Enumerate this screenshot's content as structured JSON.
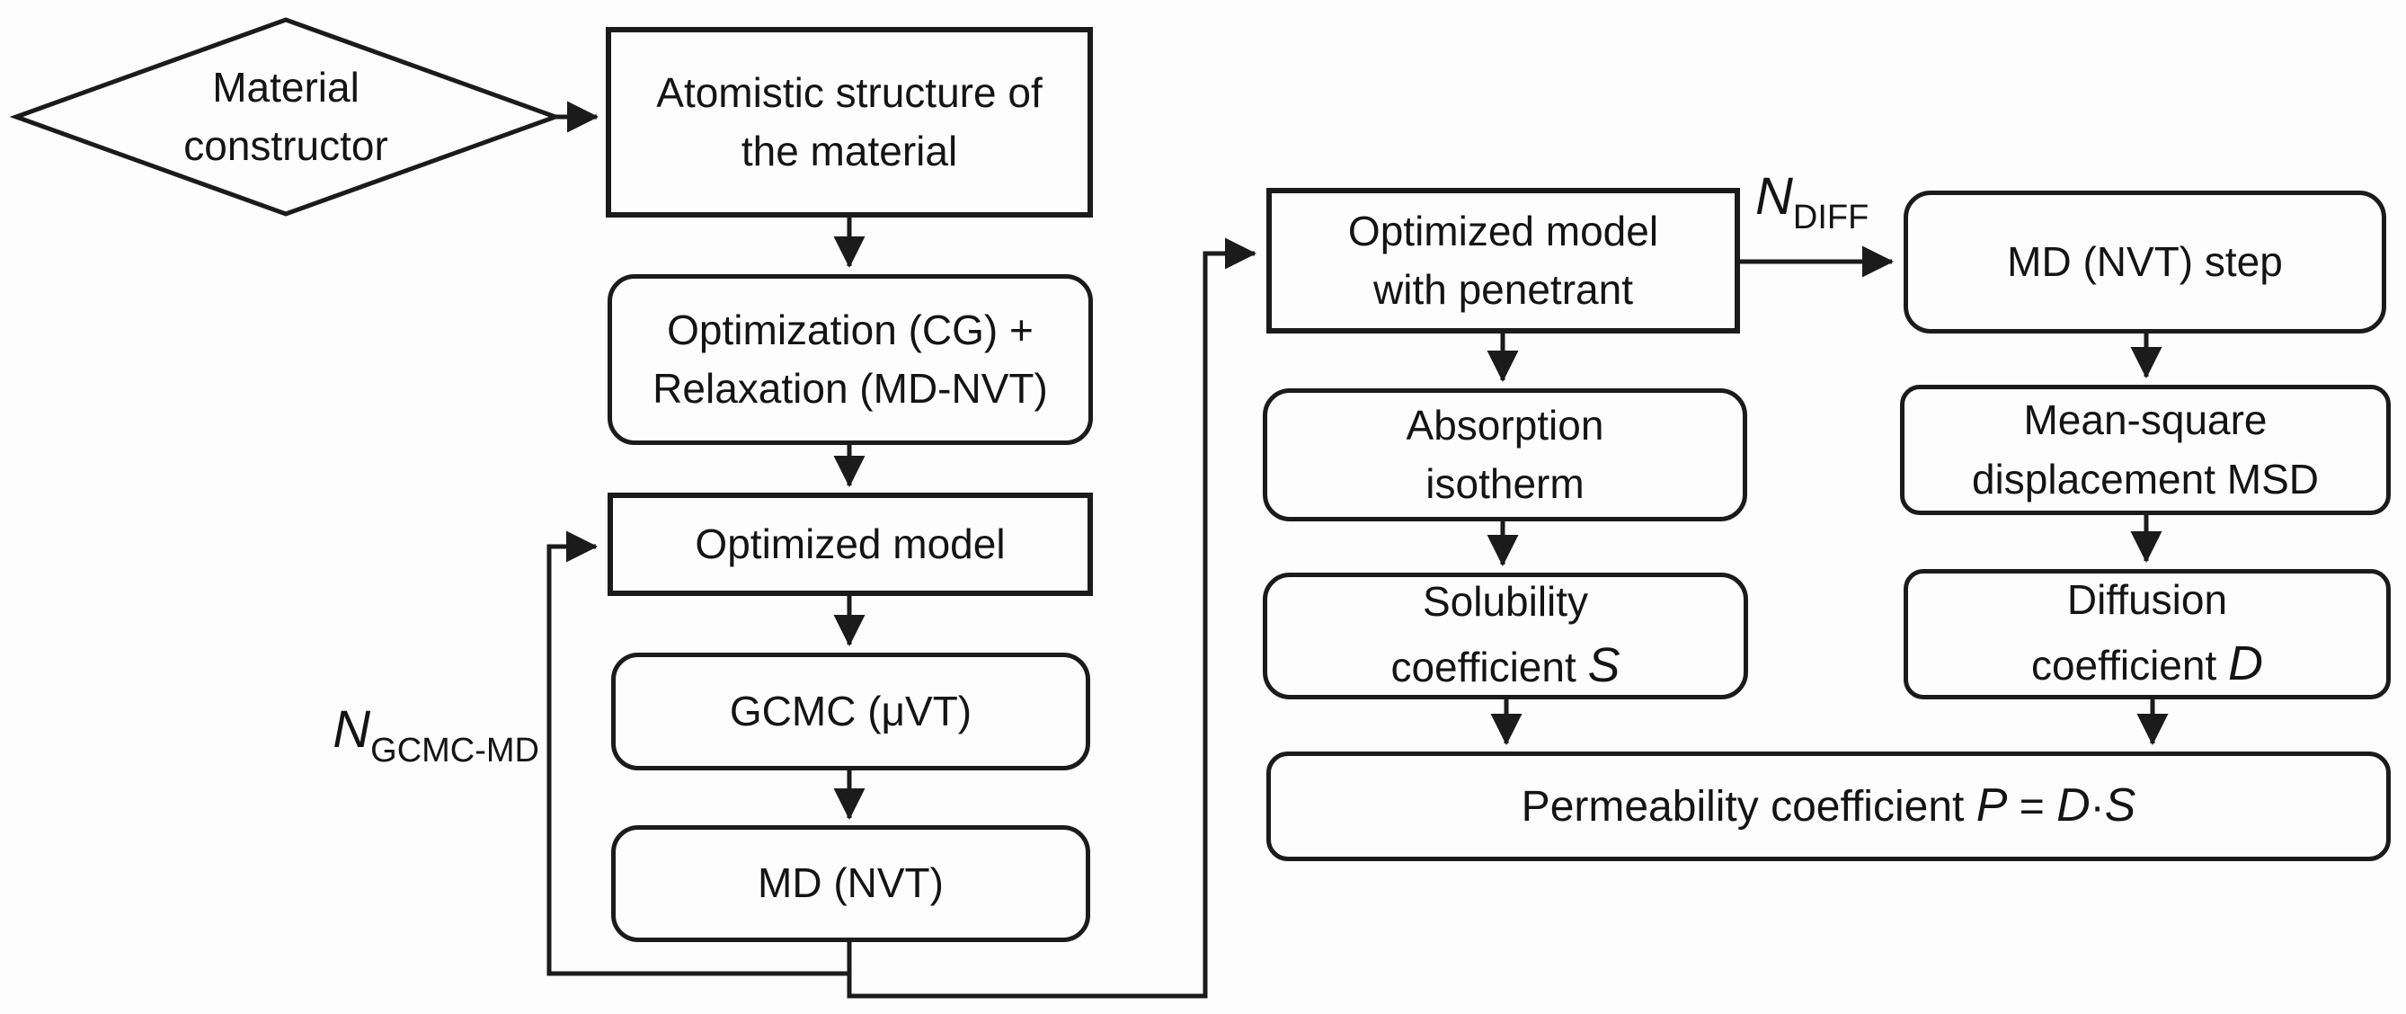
{
  "colors": {
    "background": "#fdfdfd",
    "stroke": "#1b1b1b",
    "text": "#141414"
  },
  "nodes": {
    "material_constructor": {
      "line1": "Material",
      "line2": "constructor"
    },
    "atomistic": {
      "line1": "Atomistic structure of",
      "line2": "the material"
    },
    "optimization": {
      "line1": "Optimization (CG) +",
      "line2": "Relaxation (MD-NVT)"
    },
    "optimized_model": {
      "line1": "Optimized model"
    },
    "gcmc": {
      "line1": "GCMC (μVT)"
    },
    "md_nvt": {
      "line1": "MD (NVT)"
    },
    "opt_penetrant": {
      "line1": "Optimized model",
      "line2": "with penetrant"
    },
    "absorption": {
      "line1": "Absorption",
      "line2": "isotherm"
    },
    "solubility": {
      "line1": "Solubility",
      "line2_prefix": "coefficient ",
      "line2_var": "S"
    },
    "md_nvt_step": {
      "line1": "MD (NVT) step"
    },
    "msd": {
      "line1": "Mean-square",
      "line2": "displacement MSD"
    },
    "diffusion": {
      "line1": "Diffusion",
      "line2_prefix": "coefficient ",
      "line2_var": "D"
    },
    "permeability": {
      "prefix": "Permeability coefficient ",
      "var_p": "P",
      "eq": " = ",
      "var_d": "D",
      "dot": "·",
      "var_s": "S"
    }
  },
  "annotations": {
    "loop_count": {
      "base": "N",
      "sub": "GCMC-MD"
    },
    "diff_count": {
      "base": "N",
      "sub": "DIFF"
    }
  }
}
